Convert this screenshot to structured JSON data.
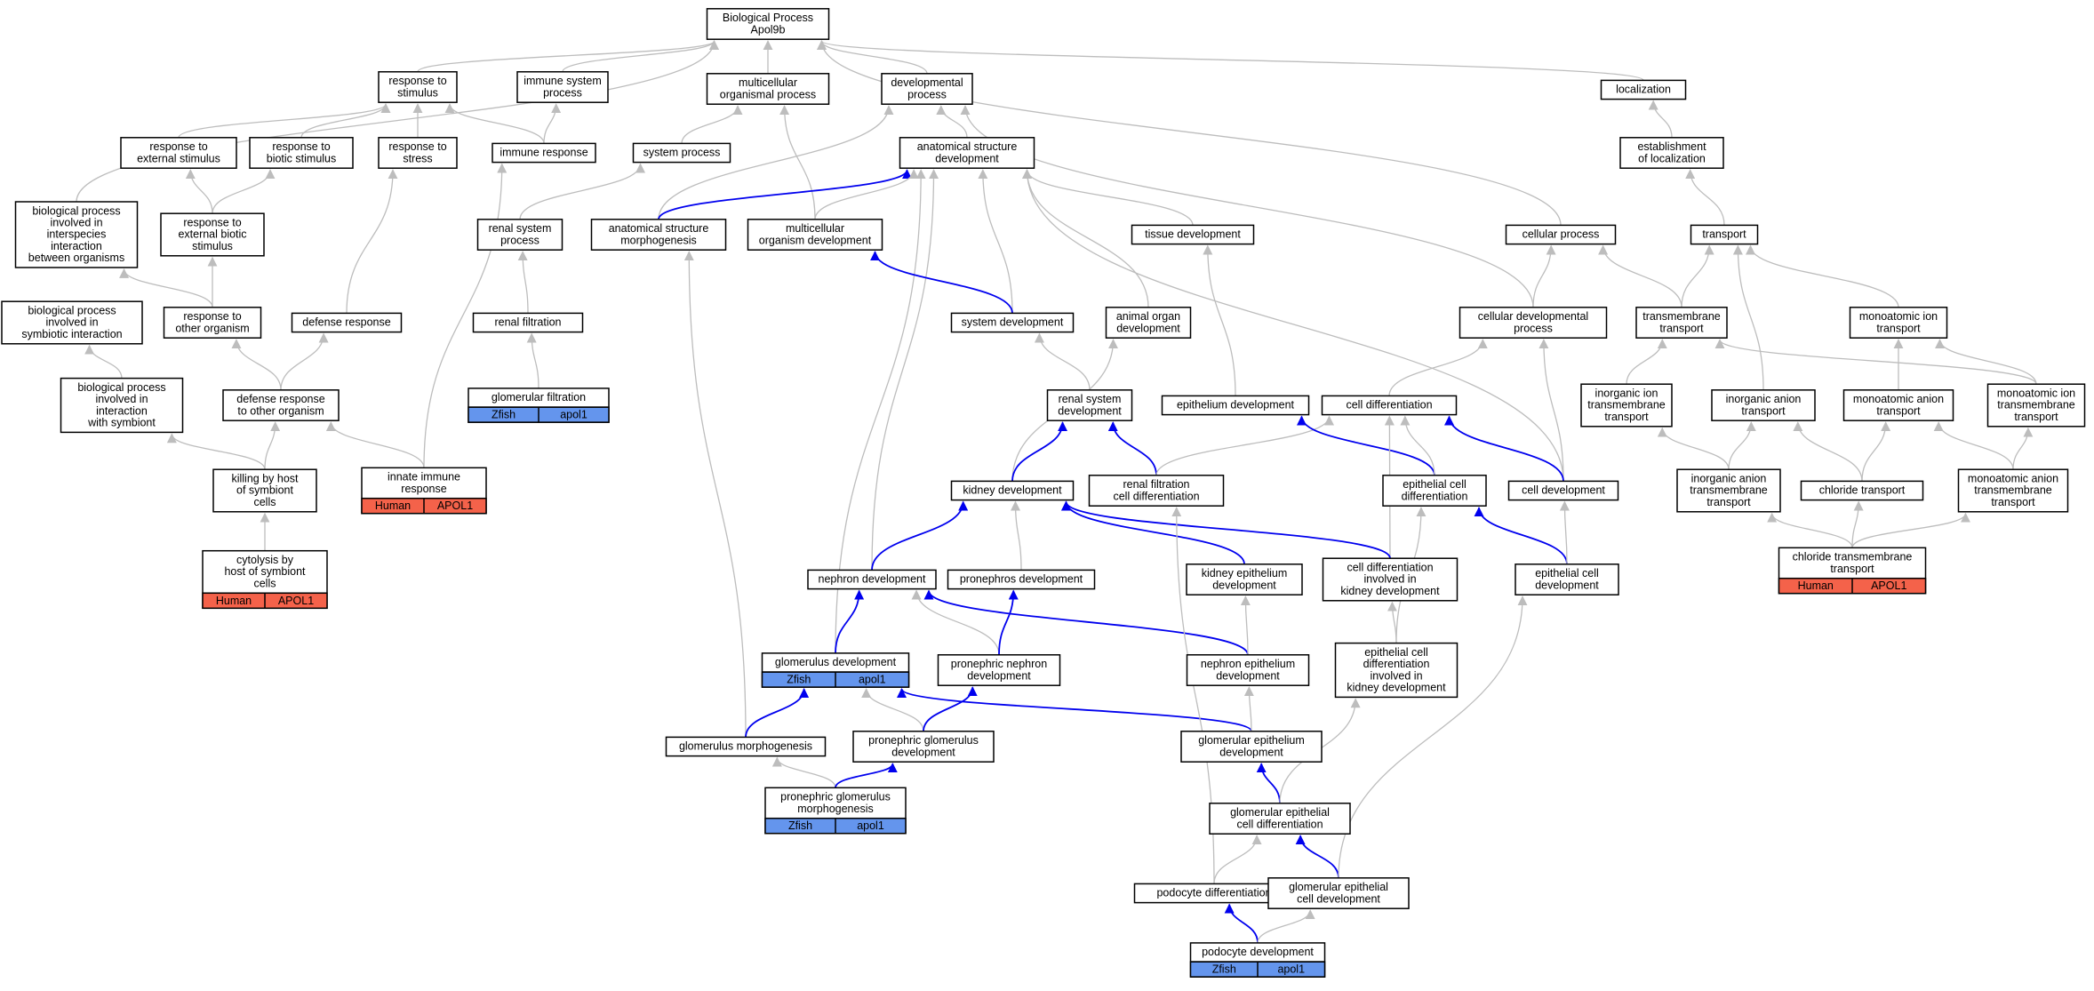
{
  "title": "Biological Process Apol9b",
  "colors": {
    "edge_default": "#bdbdbd",
    "edge_highlight": "#0000ee",
    "zfish": "#6495ed",
    "human": "#f4624a"
  },
  "nodes": [
    {
      "id": "root",
      "lines": [
        "Biological Process",
        "Apol9b"
      ]
    },
    {
      "id": "resp_stim",
      "lines": [
        "response to",
        "stimulus"
      ]
    },
    {
      "id": "imm_sys",
      "lines": [
        "immune system",
        "process"
      ]
    },
    {
      "id": "multi_proc",
      "lines": [
        "multicellular",
        "organismal process"
      ]
    },
    {
      "id": "dev_proc",
      "lines": [
        "developmental",
        "process"
      ]
    },
    {
      "id": "localization",
      "lines": [
        "localization"
      ]
    },
    {
      "id": "resp_ext",
      "lines": [
        "response to",
        "external stimulus"
      ]
    },
    {
      "id": "resp_bio",
      "lines": [
        "response to",
        "biotic stimulus"
      ]
    },
    {
      "id": "resp_stress",
      "lines": [
        "response to",
        "stress"
      ]
    },
    {
      "id": "imm_resp",
      "lines": [
        "immune response"
      ]
    },
    {
      "id": "sys_proc",
      "lines": [
        "system process"
      ]
    },
    {
      "id": "anat_dev",
      "lines": [
        "anatomical structure",
        "development"
      ]
    },
    {
      "id": "estab_loc",
      "lines": [
        "establishment",
        "of localization"
      ]
    },
    {
      "id": "bp_inter",
      "lines": [
        "biological process",
        "involved in",
        "interspecies",
        "interaction",
        "between organisms"
      ]
    },
    {
      "id": "resp_ext_bio",
      "lines": [
        "response to",
        "external biotic",
        "stimulus"
      ]
    },
    {
      "id": "renal_sys_proc",
      "lines": [
        "renal system",
        "process"
      ]
    },
    {
      "id": "anat_morph",
      "lines": [
        "anatomical structure",
        "morphogenesis"
      ]
    },
    {
      "id": "multi_org_dev",
      "lines": [
        "multicellular",
        "organism development"
      ]
    },
    {
      "id": "tissue_dev",
      "lines": [
        "tissue development"
      ]
    },
    {
      "id": "cell_proc",
      "lines": [
        "cellular process"
      ]
    },
    {
      "id": "transport",
      "lines": [
        "transport"
      ]
    },
    {
      "id": "bp_symb",
      "lines": [
        "biological process",
        "involved in",
        "symbiotic interaction"
      ]
    },
    {
      "id": "resp_other",
      "lines": [
        "response to",
        "other organism"
      ]
    },
    {
      "id": "def_resp",
      "lines": [
        "defense response"
      ]
    },
    {
      "id": "renal_filt",
      "lines": [
        "renal filtration"
      ]
    },
    {
      "id": "sys_dev",
      "lines": [
        "system development"
      ]
    },
    {
      "id": "animal_organ",
      "lines": [
        "animal organ",
        "development"
      ]
    },
    {
      "id": "cell_dev_proc",
      "lines": [
        "cellular developmental",
        "process"
      ]
    },
    {
      "id": "transmem",
      "lines": [
        "transmembrane",
        "transport"
      ]
    },
    {
      "id": "mono_ion",
      "lines": [
        "monoatomic ion",
        "transport"
      ]
    },
    {
      "id": "bp_with_symb",
      "lines": [
        "biological process",
        "involved in",
        "interaction",
        "with symbiont"
      ]
    },
    {
      "id": "def_other",
      "lines": [
        "defense response",
        "to other organism"
      ]
    },
    {
      "id": "glom_filt",
      "lines": [
        "glomerular filtration"
      ],
      "tag": [
        "Zfish",
        "apol1"
      ],
      "org": "zfish"
    },
    {
      "id": "renal_sys_dev",
      "lines": [
        "renal system",
        "development"
      ]
    },
    {
      "id": "epi_dev",
      "lines": [
        "epithelium development"
      ]
    },
    {
      "id": "cell_diff",
      "lines": [
        "cell differentiation"
      ]
    },
    {
      "id": "inorg_ion_tm",
      "lines": [
        "inorganic ion",
        "transmembrane",
        "transport"
      ]
    },
    {
      "id": "inorg_anion",
      "lines": [
        "inorganic anion",
        "transport"
      ]
    },
    {
      "id": "mono_anion",
      "lines": [
        "monoatomic anion",
        "transport"
      ]
    },
    {
      "id": "mono_ion_tm",
      "lines": [
        "monoatomic ion",
        "transmembrane",
        "transport"
      ]
    },
    {
      "id": "killing",
      "lines": [
        "killing by host",
        "of symbiont",
        "cells"
      ]
    },
    {
      "id": "innate",
      "lines": [
        "innate immune",
        "response"
      ],
      "tag": [
        "Human",
        "APOL1"
      ],
      "org": "human"
    },
    {
      "id": "kidney_dev",
      "lines": [
        "kidney development"
      ]
    },
    {
      "id": "renal_filt_cell",
      "lines": [
        "renal filtration",
        "cell differentiation"
      ]
    },
    {
      "id": "epi_cell_diff",
      "lines": [
        "epithelial cell",
        "differentiation"
      ]
    },
    {
      "id": "cell_dev",
      "lines": [
        "cell development"
      ]
    },
    {
      "id": "inorg_anion_tm",
      "lines": [
        "inorganic anion",
        "transmembrane",
        "transport"
      ]
    },
    {
      "id": "chloride",
      "lines": [
        "chloride transport"
      ]
    },
    {
      "id": "mono_anion_tm",
      "lines": [
        "monoatomic anion",
        "transmembrane",
        "transport"
      ]
    },
    {
      "id": "cytolysis",
      "lines": [
        "cytolysis by",
        "host of symbiont",
        "cells"
      ],
      "tag": [
        "Human",
        "APOL1"
      ],
      "org": "human"
    },
    {
      "id": "nephron_dev",
      "lines": [
        "nephron development"
      ]
    },
    {
      "id": "proneph_dev",
      "lines": [
        "pronephros development"
      ]
    },
    {
      "id": "kidney_epi",
      "lines": [
        "kidney epithelium",
        "development"
      ]
    },
    {
      "id": "cell_diff_kidney",
      "lines": [
        "cell differentiation",
        "involved in",
        "kidney development"
      ]
    },
    {
      "id": "epi_cell_dev",
      "lines": [
        "epithelial cell",
        "development"
      ]
    },
    {
      "id": "cl_tm",
      "lines": [
        "chloride transmembrane",
        "transport"
      ],
      "tag": [
        "Human",
        "APOL1"
      ],
      "org": "human"
    },
    {
      "id": "glom_dev",
      "lines": [
        "glomerulus development"
      ],
      "tag": [
        "Zfish",
        "apol1"
      ],
      "org": "zfish"
    },
    {
      "id": "proneph_neph",
      "lines": [
        "pronephric nephron",
        "development"
      ]
    },
    {
      "id": "neph_epi",
      "lines": [
        "nephron epithelium",
        "development"
      ]
    },
    {
      "id": "epi_cell_diff_kidney",
      "lines": [
        "epithelial cell",
        "differentiation",
        "involved in",
        "kidney development"
      ]
    },
    {
      "id": "glom_morph",
      "lines": [
        "glomerulus morphogenesis"
      ]
    },
    {
      "id": "proneph_glom",
      "lines": [
        "pronephric glomerulus",
        "development"
      ]
    },
    {
      "id": "glom_epi_dev",
      "lines": [
        "glomerular epithelium",
        "development"
      ]
    },
    {
      "id": "proneph_glom_morph",
      "lines": [
        "pronephric glomerulus",
        "morphogenesis"
      ],
      "tag": [
        "Zfish",
        "apol1"
      ],
      "org": "zfish"
    },
    {
      "id": "glom_epi_cell_diff",
      "lines": [
        "glomerular epithelial",
        "cell differentiation"
      ]
    },
    {
      "id": "podo_diff",
      "lines": [
        "podocyte differentiation"
      ]
    },
    {
      "id": "glom_epi_cell_dev",
      "lines": [
        "glomerular epithelial",
        "cell development"
      ]
    },
    {
      "id": "podo_dev",
      "lines": [
        "podocyte development"
      ],
      "tag": [
        "Zfish",
        "apol1"
      ],
      "org": "zfish"
    }
  ],
  "edges": [
    [
      "resp_stim",
      "root"
    ],
    [
      "imm_sys",
      "root"
    ],
    [
      "multi_proc",
      "root"
    ],
    [
      "dev_proc",
      "root"
    ],
    [
      "localization",
      "root"
    ],
    [
      "bp_inter",
      "root"
    ],
    [
      "cell_proc",
      "root"
    ],
    [
      "resp_ext",
      "resp_stim"
    ],
    [
      "resp_bio",
      "resp_stim"
    ],
    [
      "resp_stress",
      "resp_stim"
    ],
    [
      "imm_resp",
      "resp_stim"
    ],
    [
      "imm_resp",
      "imm_sys"
    ],
    [
      "sys_proc",
      "multi_proc"
    ],
    [
      "multi_org_dev",
      "multi_proc"
    ],
    [
      "anat_dev",
      "dev_proc"
    ],
    [
      "anat_morph",
      "dev_proc"
    ],
    [
      "cell_dev_proc",
      "dev_proc"
    ],
    [
      "estab_loc",
      "localization"
    ],
    [
      "resp_ext_bio",
      "resp_ext"
    ],
    [
      "resp_ext_bio",
      "resp_bio"
    ],
    [
      "def_resp",
      "resp_stress"
    ],
    [
      "innate",
      "imm_resp"
    ],
    [
      "renal_sys_proc",
      "sys_proc"
    ],
    [
      "anat_morph",
      "anat_dev",
      "hl"
    ],
    [
      "multi_org_dev",
      "anat_dev"
    ],
    [
      "tissue_dev",
      "anat_dev"
    ],
    [
      "sys_dev",
      "anat_dev"
    ],
    [
      "animal_organ",
      "anat_dev"
    ],
    [
      "nephron_dev",
      "anat_dev"
    ],
    [
      "glom_dev",
      "anat_dev"
    ],
    [
      "cell_dev",
      "anat_dev"
    ],
    [
      "transport",
      "estab_loc"
    ],
    [
      "resp_other",
      "bp_inter"
    ],
    [
      "resp_other",
      "resp_ext_bio"
    ],
    [
      "renal_filt",
      "renal_sys_proc"
    ],
    [
      "glom_morph",
      "anat_morph"
    ],
    [
      "sys_dev",
      "multi_org_dev",
      "hl"
    ],
    [
      "epi_dev",
      "tissue_dev"
    ],
    [
      "cell_dev_proc",
      "cell_proc"
    ],
    [
      "transmem",
      "cell_proc"
    ],
    [
      "transmem",
      "transport"
    ],
    [
      "mono_ion",
      "transport"
    ],
    [
      "inorg_anion",
      "transport"
    ],
    [
      "bp_with_symb",
      "bp_symb"
    ],
    [
      "def_other",
      "resp_other"
    ],
    [
      "def_other",
      "def_resp"
    ],
    [
      "glom_filt",
      "renal_filt"
    ],
    [
      "renal_sys_dev",
      "sys_dev"
    ],
    [
      "kidney_dev",
      "animal_organ"
    ],
    [
      "cell_diff",
      "cell_dev_proc"
    ],
    [
      "cell_dev",
      "cell_dev_proc"
    ],
    [
      "inorg_ion_tm",
      "transmem"
    ],
    [
      "mono_ion_tm",
      "transmem"
    ],
    [
      "mono_anion",
      "mono_ion"
    ],
    [
      "mono_ion_tm",
      "mono_ion"
    ],
    [
      "killing",
      "bp_with_symb"
    ],
    [
      "killing",
      "def_other"
    ],
    [
      "innate",
      "def_other"
    ],
    [
      "kidney_dev",
      "renal_sys_dev",
      "hl"
    ],
    [
      "renal_filt_cell",
      "renal_sys_dev",
      "hl"
    ],
    [
      "renal_filt_cell",
      "cell_diff"
    ],
    [
      "epi_cell_diff",
      "epi_dev",
      "hl"
    ],
    [
      "epi_cell_diff",
      "cell_diff"
    ],
    [
      "cell_dev",
      "cell_diff",
      "hl"
    ],
    [
      "cell_diff_kidney",
      "cell_diff"
    ],
    [
      "inorg_anion_tm",
      "inorg_ion_tm"
    ],
    [
      "inorg_anion_tm",
      "inorg_anion"
    ],
    [
      "chloride",
      "inorg_anion"
    ],
    [
      "chloride",
      "mono_anion"
    ],
    [
      "mono_anion_tm",
      "mono_anion"
    ],
    [
      "mono_anion_tm",
      "mono_ion_tm"
    ],
    [
      "cytolysis",
      "killing"
    ],
    [
      "nephron_dev",
      "kidney_dev",
      "hl"
    ],
    [
      "proneph_dev",
      "kidney_dev"
    ],
    [
      "kidney_epi",
      "kidney_dev",
      "hl"
    ],
    [
      "cell_diff_kidney",
      "kidney_dev",
      "hl"
    ],
    [
      "epi_cell_dev",
      "epi_cell_diff",
      "hl"
    ],
    [
      "epi_cell_diff_kidney",
      "epi_cell_diff"
    ],
    [
      "epi_cell_dev",
      "cell_dev"
    ],
    [
      "cl_tm",
      "inorg_anion_tm"
    ],
    [
      "cl_tm",
      "chloride"
    ],
    [
      "cl_tm",
      "mono_anion_tm"
    ],
    [
      "glom_dev",
      "nephron_dev",
      "hl"
    ],
    [
      "proneph_neph",
      "nephron_dev"
    ],
    [
      "neph_epi",
      "nephron_dev",
      "hl"
    ],
    [
      "proneph_neph",
      "proneph_dev",
      "hl"
    ],
    [
      "neph_epi",
      "kidney_epi"
    ],
    [
      "epi_cell_diff_kidney",
      "cell_diff_kidney"
    ],
    [
      "glom_morph",
      "glom_dev",
      "hl"
    ],
    [
      "proneph_glom",
      "glom_dev"
    ],
    [
      "glom_epi_dev",
      "glom_dev",
      "hl"
    ],
    [
      "proneph_glom",
      "proneph_neph",
      "hl"
    ],
    [
      "glom_epi_dev",
      "neph_epi"
    ],
    [
      "proneph_glom_morph",
      "glom_morph"
    ],
    [
      "proneph_glom_morph",
      "proneph_glom",
      "hl"
    ],
    [
      "glom_epi_cell_diff",
      "glom_epi_dev",
      "hl"
    ],
    [
      "glom_epi_cell_diff",
      "epi_cell_diff_kidney"
    ],
    [
      "podo_diff",
      "glom_epi_cell_diff"
    ],
    [
      "podo_diff",
      "renal_filt_cell"
    ],
    [
      "glom_epi_cell_dev",
      "glom_epi_cell_diff",
      "hl"
    ],
    [
      "glom_epi_cell_dev",
      "epi_cell_dev"
    ],
    [
      "podo_dev",
      "podo_diff",
      "hl"
    ],
    [
      "podo_dev",
      "glom_epi_cell_dev"
    ]
  ]
}
